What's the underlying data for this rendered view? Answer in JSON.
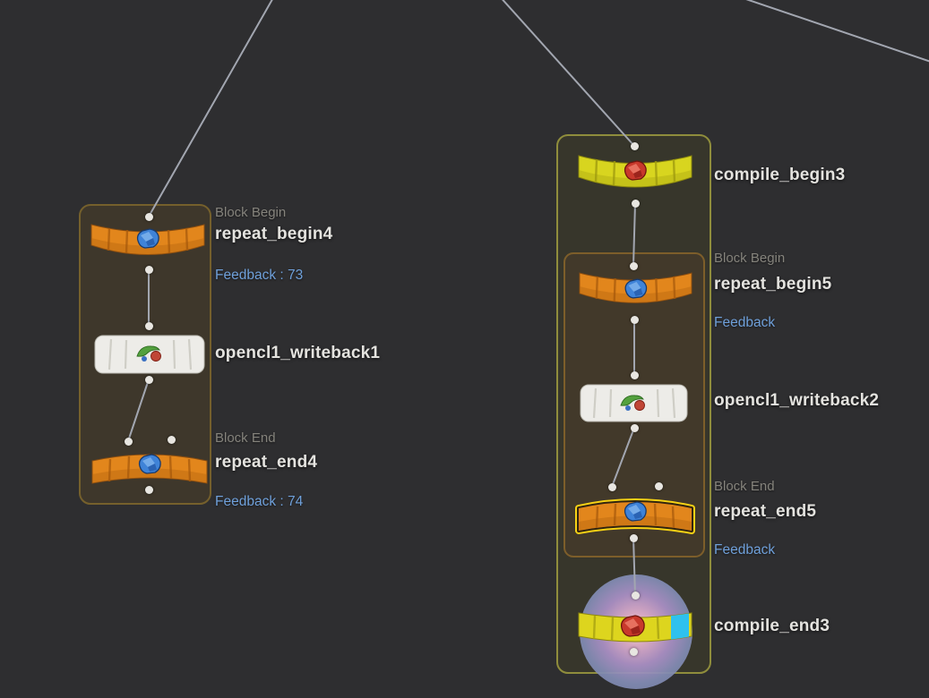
{
  "app": {
    "name": "houdini-network-editor"
  },
  "nodes": {
    "repeat_begin4": {
      "label": "repeat_begin4",
      "badge": "Block Begin",
      "feedback": "Feedback : 73"
    },
    "opencl1_writeback1": {
      "label": "opencl1_writeback1"
    },
    "repeat_end4": {
      "label": "repeat_end4",
      "badge": "Block End",
      "feedback": "Feedback : 74"
    },
    "compile_begin3": {
      "label": "compile_begin3"
    },
    "repeat_begin5": {
      "label": "repeat_begin5",
      "badge": "Block Begin",
      "feedback": "Feedback"
    },
    "opencl1_writeback2": {
      "label": "opencl1_writeback2"
    },
    "repeat_end5": {
      "label": "repeat_end5",
      "badge": "Block End",
      "feedback": "Feedback"
    },
    "compile_end3": {
      "label": "compile_end3"
    }
  },
  "icons": {
    "repeat": "blue-gem-icon",
    "compile": "red-gem-icon",
    "writeback": "opencl-writeback-icon"
  },
  "colors": {
    "background": "#2e2e30",
    "wire": "#a2a6b0",
    "node_orange": "#e2861c",
    "node_yellow": "#d8d51f",
    "node_white": "#edece8",
    "selection_outline": "#f6d215",
    "display_flag_cyan": "#2fc1ee",
    "badge_text": "#85837c",
    "name_text": "#e4e3df",
    "feedback_text": "#6fa0da",
    "box_left_border": "#75602c",
    "box_compile_border": "#8f8d3c",
    "box_repeat5_border": "#7d5e2a"
  }
}
